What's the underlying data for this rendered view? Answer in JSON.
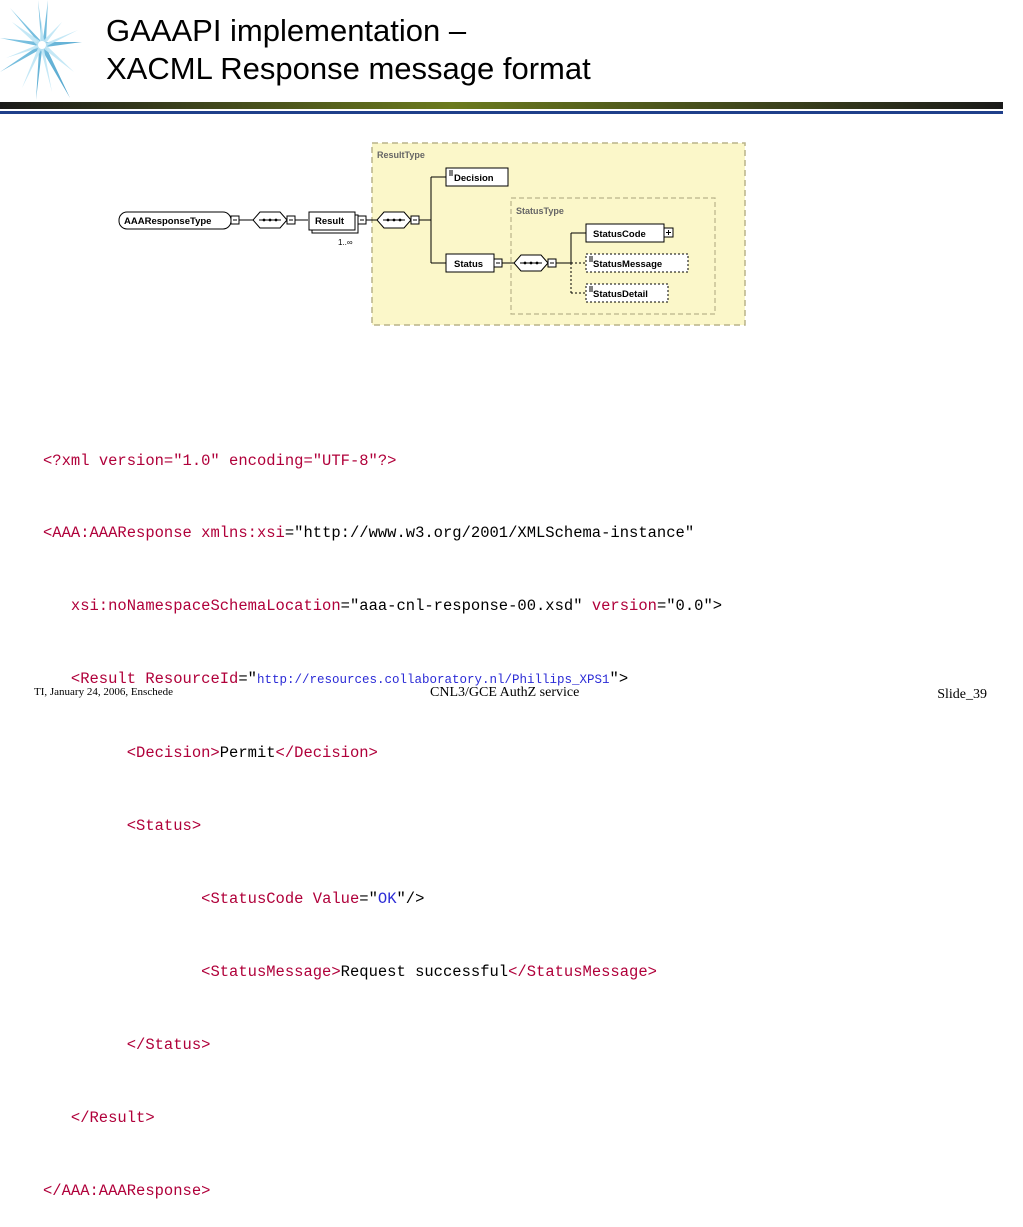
{
  "title": {
    "line1": "GAAAPI implementation –",
    "line2": "XACML Response message format"
  },
  "diagram": {
    "result_type_label": "ResultType",
    "status_type_label": "StatusType",
    "root": "AAAResponseType",
    "result": "Result",
    "result_multiplicity": "1..∞",
    "decision": "Decision",
    "status": "Status",
    "status_code": "StatusCode",
    "status_message": "StatusMessage",
    "status_detail": "StatusDetail",
    "colors": {
      "type_fill": "#fbf7c9",
      "type_border": "#b9b48a",
      "accent": "#1f3f8a"
    }
  },
  "code": {
    "l1": {
      "a": "<?xml ",
      "b": "version=\"1.0\" encoding=\"UTF-8\"?>"
    },
    "l2": {
      "a": "<AAA:AAAResponse ",
      "b": "xmlns:xsi",
      "c": "=\"http://www.w3.org/2001/XMLSchema-instance\""
    },
    "l3": {
      "indent": "   ",
      "a": "xsi:",
      "b": "noNamespaceSchemaLocation",
      "c": "=\"aaa-cnl-response-00.xsd\"",
      "d": " version",
      "e": "=\"0.0\">"
    },
    "l4": {
      "indent": "   ",
      "a": "<Result ",
      "b": "ResourceId",
      "c": "=\"",
      "d": "http://resources.collaboratory.nl/Phillips_XPS1",
      "e": "\">"
    },
    "l5": {
      "indent": "         ",
      "a": "<Decision>",
      "b": "Permit",
      "c": "</Decision>"
    },
    "l6": {
      "indent": "         ",
      "a": "<Status>"
    },
    "l7": {
      "indent": "                 ",
      "a": "<StatusCode ",
      "b": "Value",
      "c": "=\"",
      "d": "OK",
      "e": "\"/>"
    },
    "l8": {
      "indent": "                 ",
      "a": "<StatusMessage>",
      "b": "Request successful",
      "c": "</StatusMessage>"
    },
    "l9": {
      "indent": "         ",
      "a": "</Status>"
    },
    "l10": {
      "indent": "   ",
      "a": "</Result>"
    },
    "l11": {
      "a": "</AAA:AAAResponse>"
    }
  },
  "footer": {
    "left": "TI, January 24, 2006, Enschede",
    "center": "CNL3/GCE AuthZ service",
    "right": "Slide_39"
  }
}
